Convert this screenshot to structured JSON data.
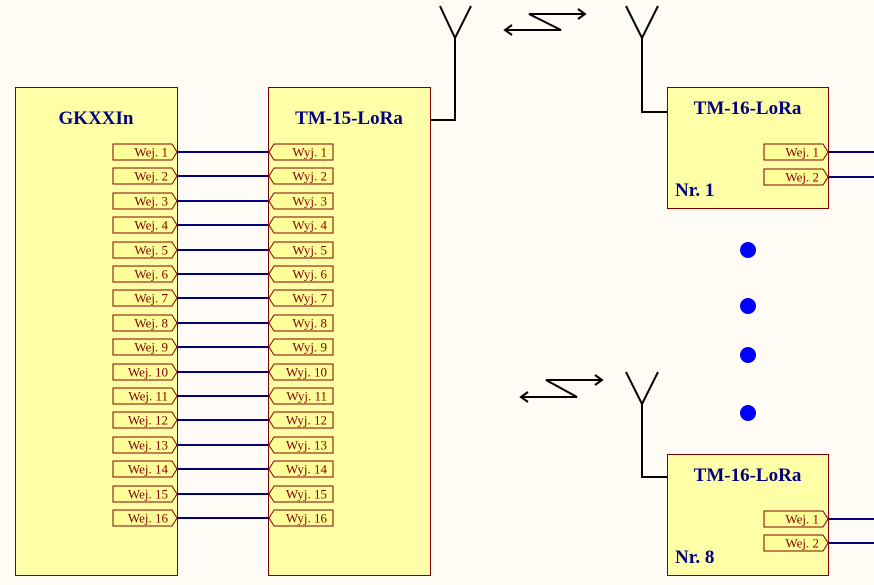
{
  "colors": {
    "background": "#fffbf5",
    "block_fill": "#ffffa8",
    "block_border": "#800000",
    "port_fill": "#ffff99",
    "wire": "#000080",
    "title": "#000080",
    "dots": "#0000ff",
    "antenna": "#000000"
  },
  "blocks": {
    "gkxxin": {
      "title": "GKXXIn",
      "ports": [
        "Wej. 1",
        "Wej. 2",
        "Wej. 3",
        "Wej. 4",
        "Wej. 5",
        "Wej. 6",
        "Wej. 7",
        "Wej. 8",
        "Wej. 9",
        "Wej. 10",
        "Wej. 11",
        "Wej. 12",
        "Wej. 13",
        "Wej. 14",
        "Wej. 15",
        "Wej. 16"
      ]
    },
    "tm15": {
      "title": "TM-15-LoRa",
      "ports": [
        "Wyj. 1",
        "Wyj. 2",
        "Wyj. 3",
        "Wyj. 4",
        "Wyj. 5",
        "Wyj. 6",
        "Wyj. 7",
        "Wyj. 8",
        "Wyj. 9",
        "Wyj. 10",
        "Wyj. 11",
        "Wyj. 12",
        "Wyj. 13",
        "Wyj. 14",
        "Wyj. 15",
        "Wyj. 16"
      ]
    },
    "tm16_first": {
      "title": "TM-16-LoRa",
      "number": "Nr. 1",
      "ports": [
        "Wej. 1",
        "Wej. 2"
      ]
    },
    "tm16_last": {
      "title": "TM-16-LoRa",
      "number": "Nr. 8",
      "ports": [
        "Wej. 1",
        "Wej. 2"
      ]
    }
  }
}
